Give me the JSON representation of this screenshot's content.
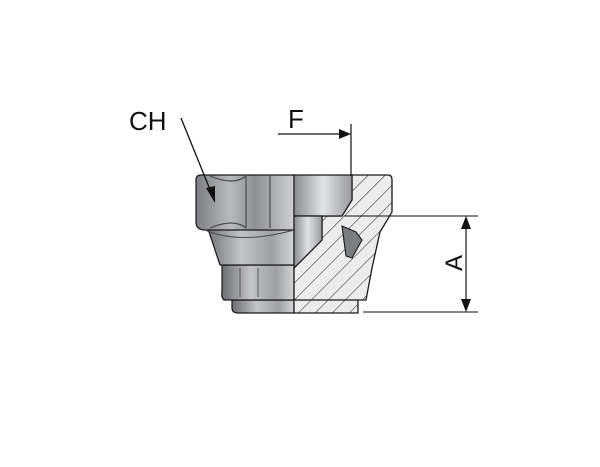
{
  "labels": {
    "ch": "CH",
    "f": "F",
    "a": "A"
  },
  "colors": {
    "metal_light": "#c9c9cc",
    "metal_mid": "#9b9ca0",
    "metal_dark": "#6f7074",
    "section": "#d9d9db",
    "outline": "#1a1a1a"
  }
}
